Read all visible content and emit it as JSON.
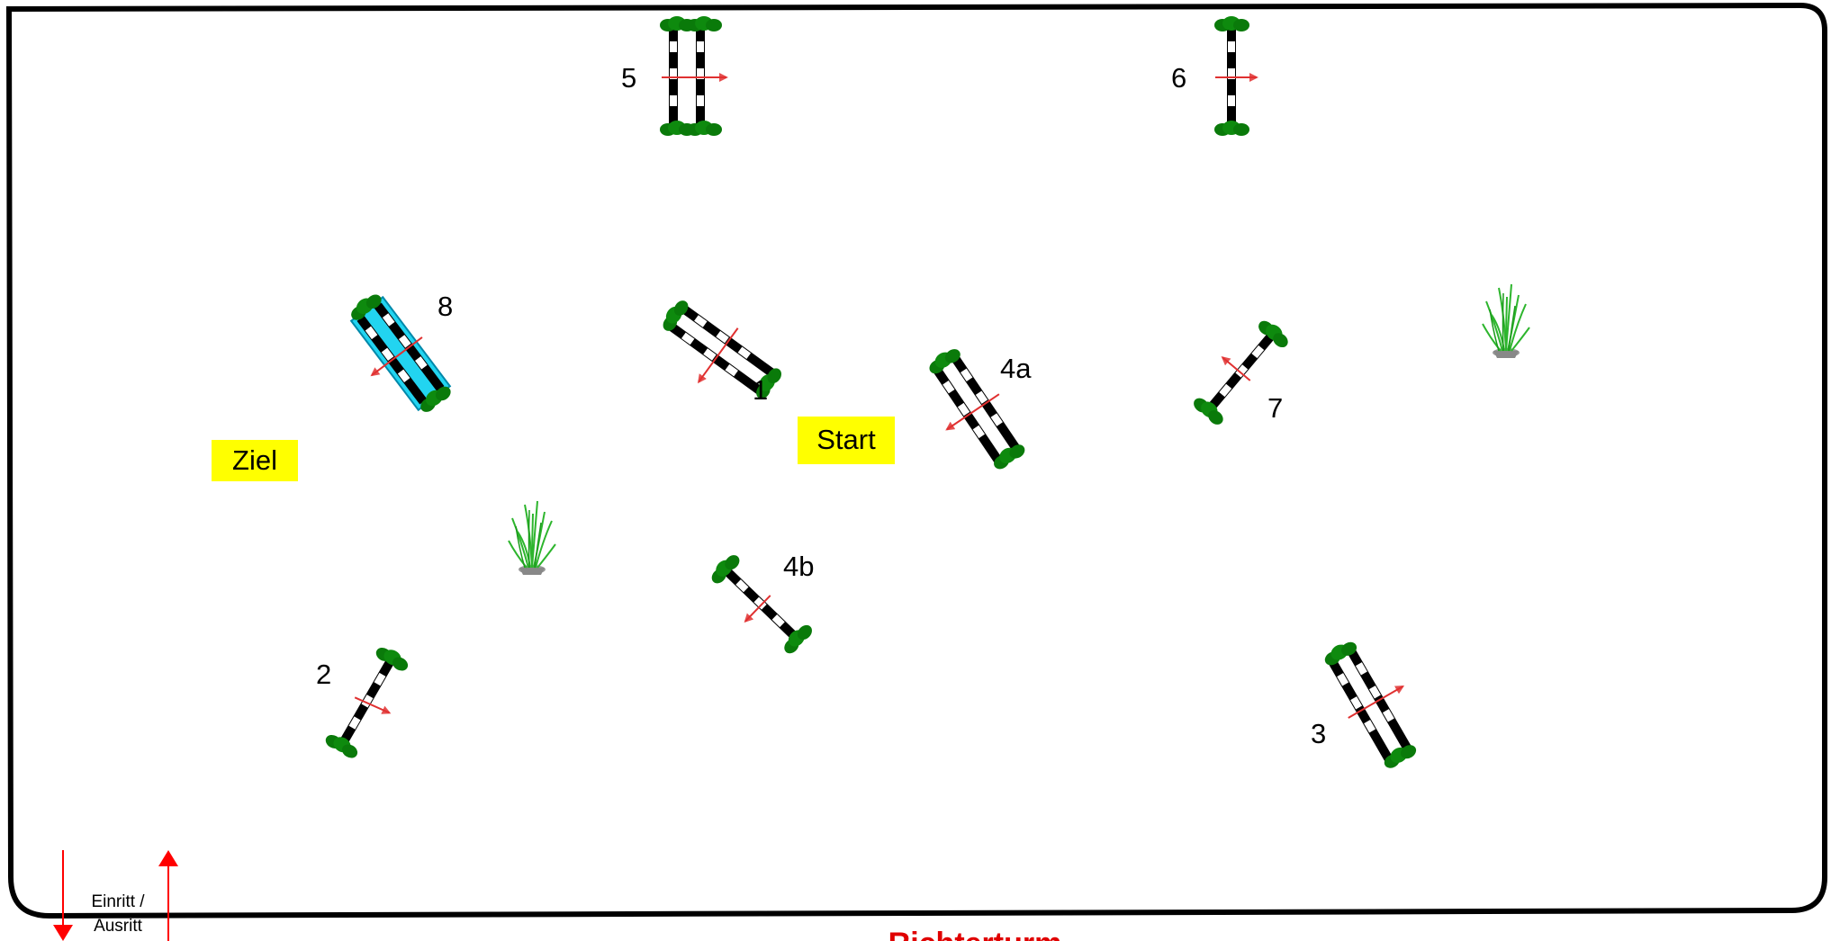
{
  "jumps": [
    {
      "id": "jump-1",
      "label": "1",
      "kind": "oxer"
    },
    {
      "id": "jump-2",
      "label": "2",
      "kind": "vertical"
    },
    {
      "id": "jump-3",
      "label": "3",
      "kind": "oxer"
    },
    {
      "id": "jump-4a",
      "label": "4a",
      "kind": "oxer"
    },
    {
      "id": "jump-4b",
      "label": "4b",
      "kind": "vertical"
    },
    {
      "id": "jump-5",
      "label": "5",
      "kind": "oxer"
    },
    {
      "id": "jump-6",
      "label": "6",
      "kind": "vertical"
    },
    {
      "id": "jump-7",
      "label": "7",
      "kind": "vertical"
    },
    {
      "id": "jump-8",
      "label": "8",
      "kind": "water-oxer"
    }
  ],
  "start_label": "Start",
  "finish_label": "Ziel",
  "entry": {
    "line1": "Einritt /",
    "line2": "Ausritt"
  },
  "judge_tower": "Richterturm",
  "colors": {
    "arena_border": "#000000",
    "start_finish_bg": "#ffff00",
    "standards": "#0a7a0a",
    "direction_arrow": "#e03030",
    "water": "#22d4f0",
    "entry_arrow": "#ff0000",
    "judge_text": "#e00000"
  },
  "icons": [
    "plant-decoration-icon",
    "jump-standard-icon",
    "direction-arrow-icon"
  ]
}
